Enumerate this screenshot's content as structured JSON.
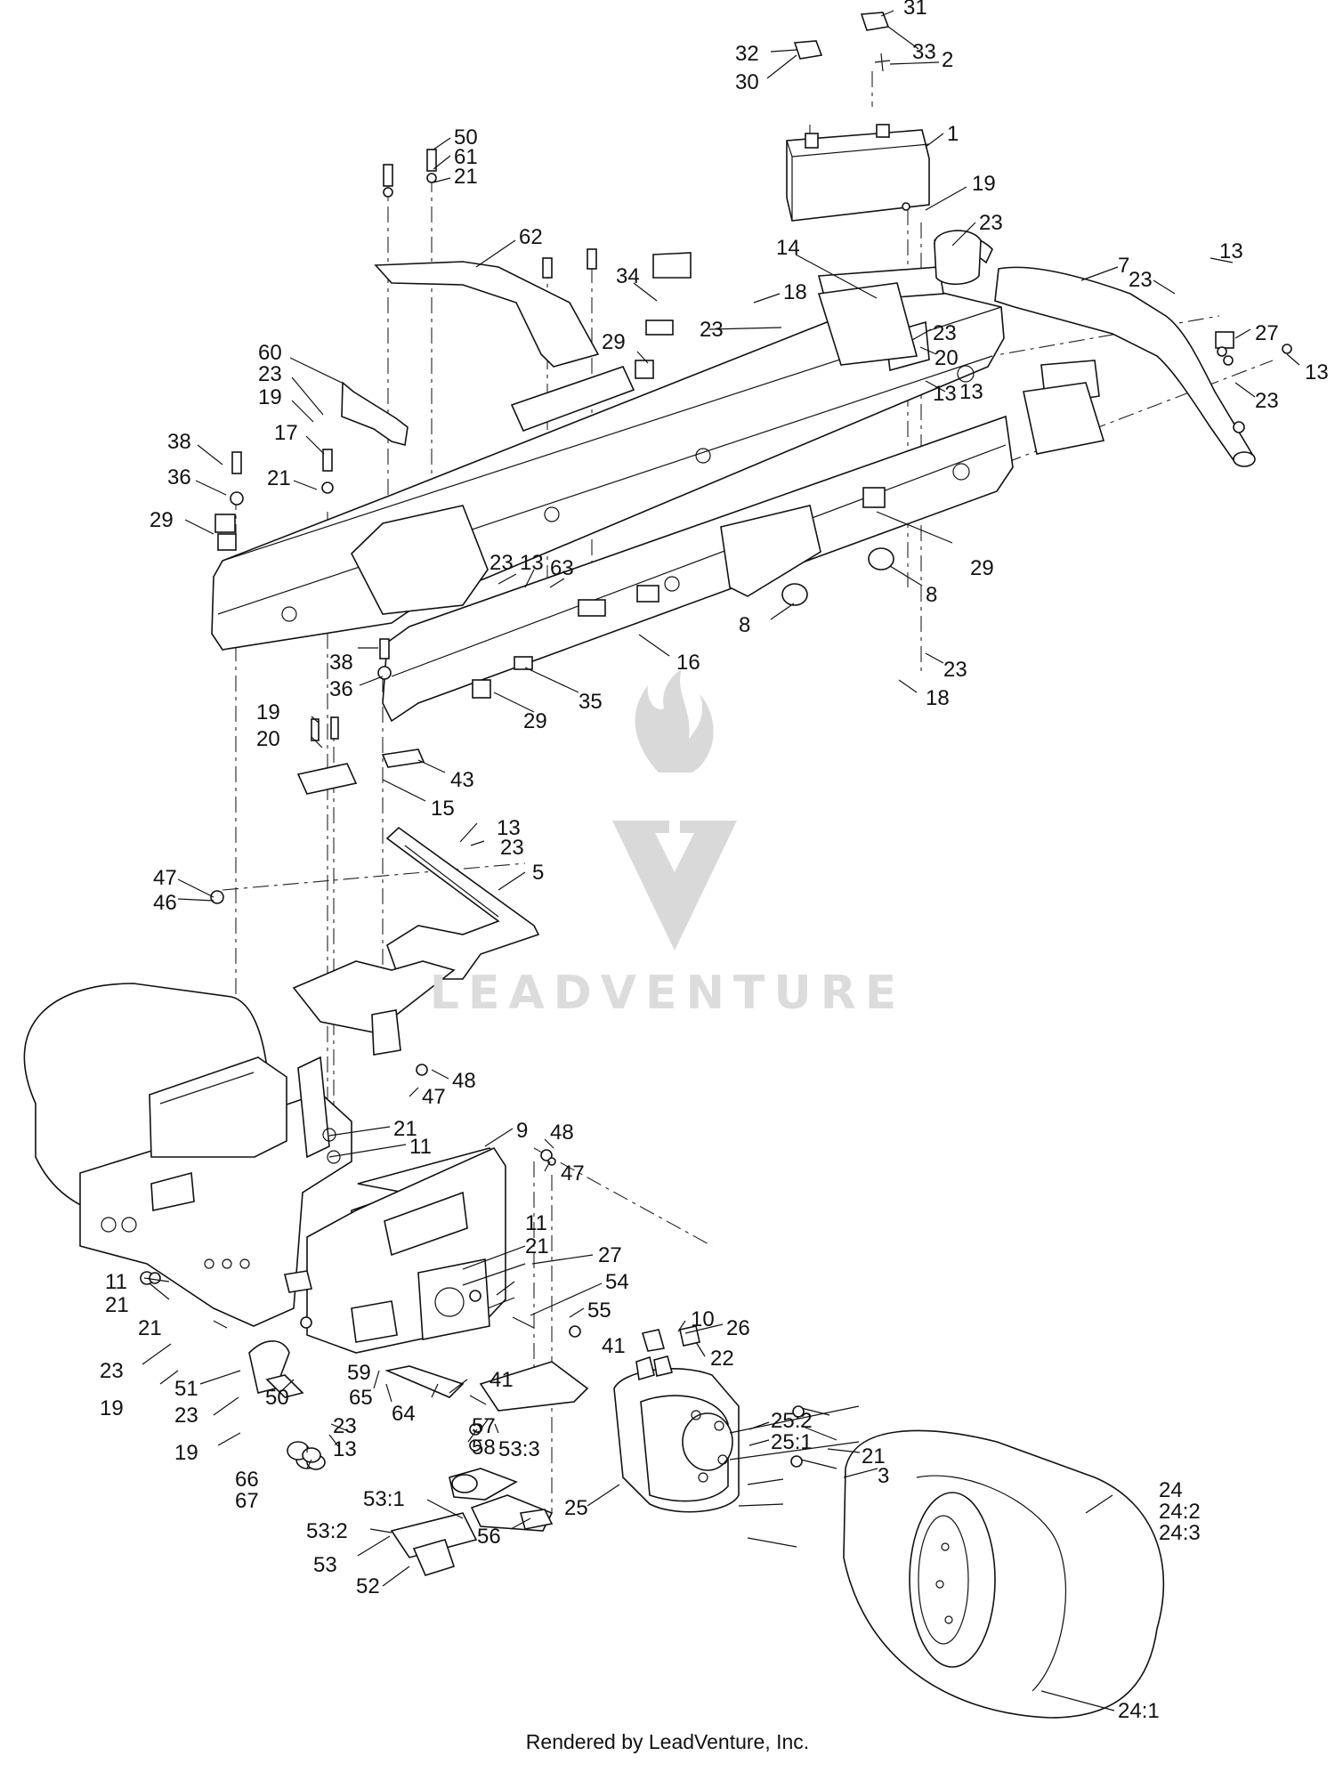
{
  "footer_text": "Rendered by LeadVenture, Inc.",
  "watermark_text": "LEADVENTURE",
  "watermark_icon": "flame-v-logo",
  "callouts": [
    "31",
    "32",
    "33",
    "2",
    "30",
    "1",
    "50",
    "61",
    "21",
    "19",
    "23",
    "62",
    "14",
    "18",
    "13",
    "7",
    "23",
    "13",
    "27",
    "13",
    "34",
    "23",
    "23",
    "29",
    "20",
    "13",
    "23",
    "60",
    "23",
    "19",
    "17",
    "38",
    "36",
    "21",
    "29",
    "23",
    "13",
    "63",
    "29",
    "8",
    "8",
    "16",
    "38",
    "36",
    "23",
    "18",
    "35",
    "29",
    "19",
    "20",
    "43",
    "15",
    "13",
    "23",
    "47",
    "46",
    "5",
    "48",
    "47",
    "21",
    "11",
    "9",
    "48",
    "47",
    "11",
    "21",
    "27",
    "54",
    "10",
    "26",
    "55",
    "41",
    "22",
    "11",
    "21",
    "21",
    "23",
    "19",
    "51",
    "50",
    "23",
    "19",
    "59",
    "65",
    "64",
    "41",
    "57",
    "58",
    "53:3",
    "23",
    "13",
    "66",
    "67",
    "25:2",
    "25:1",
    "21",
    "3",
    "53:1",
    "25",
    "24",
    "24:2",
    "24:3",
    "53:2",
    "56",
    "53",
    "52",
    "24:1"
  ]
}
